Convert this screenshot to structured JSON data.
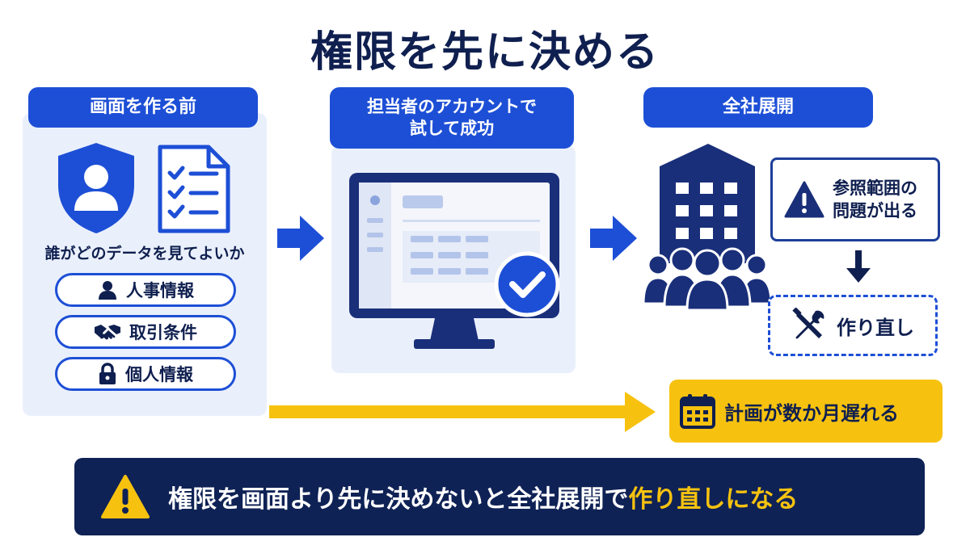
{
  "title": "権限を先に決める",
  "step1": {
    "header": "画面を作る前",
    "question": "誰がどのデータを見てよいか",
    "items": [
      {
        "label": "人事情報",
        "icon": "person-icon"
      },
      {
        "label": "取引条件",
        "icon": "handshake-icon"
      },
      {
        "label": "個人情報",
        "icon": "lock-icon"
      }
    ]
  },
  "step2": {
    "header": "担当者のアカウントで\n試して成功",
    "icon": "monitor-check-icon"
  },
  "step3": {
    "header": "全社展開",
    "warning": "参照範囲の\n問題が出る",
    "redo": "作り直し"
  },
  "delay": "計画が数か月遅れる",
  "conclusion": {
    "text_main": "権限を画面より先に決めないと全社展開で",
    "text_highlight": "作り直しになる"
  },
  "colors": {
    "navy": "#0f1f4f",
    "blue": "#1d4fd6",
    "panel": "#eaf0fb",
    "yellow": "#f6c20f"
  }
}
